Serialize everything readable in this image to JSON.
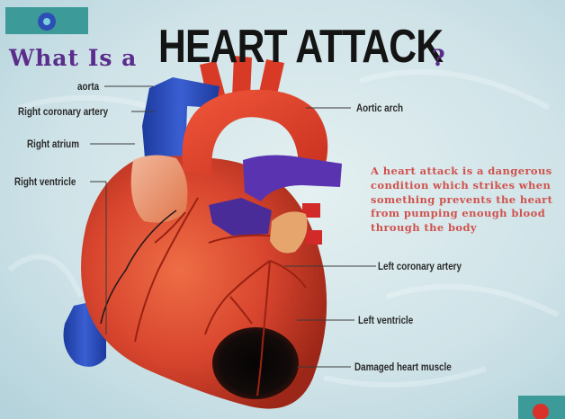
{
  "title": {
    "prefix": "What Is a",
    "main": "HEART ATTACK",
    "suffix": "?"
  },
  "labels": {
    "aorta": "aorta",
    "right_coronary_artery": "Right coronary artery",
    "right_atrium": "Right atrium",
    "right_ventricle": "Right ventricle",
    "aortic_arch": "Aortic arch",
    "left_coronary_artery": "Left coronary artery",
    "left_ventricle": "Left ventricle",
    "damaged_heart_muscle": "Damaged heart muscle"
  },
  "description": {
    "lines": [
      "A heart attack is a dangerous",
      "condition which strikes when",
      "something prevents the heart",
      "from pumping enough blood",
      "through the body"
    ]
  },
  "colors": {
    "background": "#cfe3e8",
    "heart": "#d8452e",
    "vein_blue": "#2346b8",
    "vein_purple": "#5a34b0",
    "damage": "#0e0a0a",
    "title_purple": "#5a2c8c",
    "description_red": "#d0524d"
  }
}
